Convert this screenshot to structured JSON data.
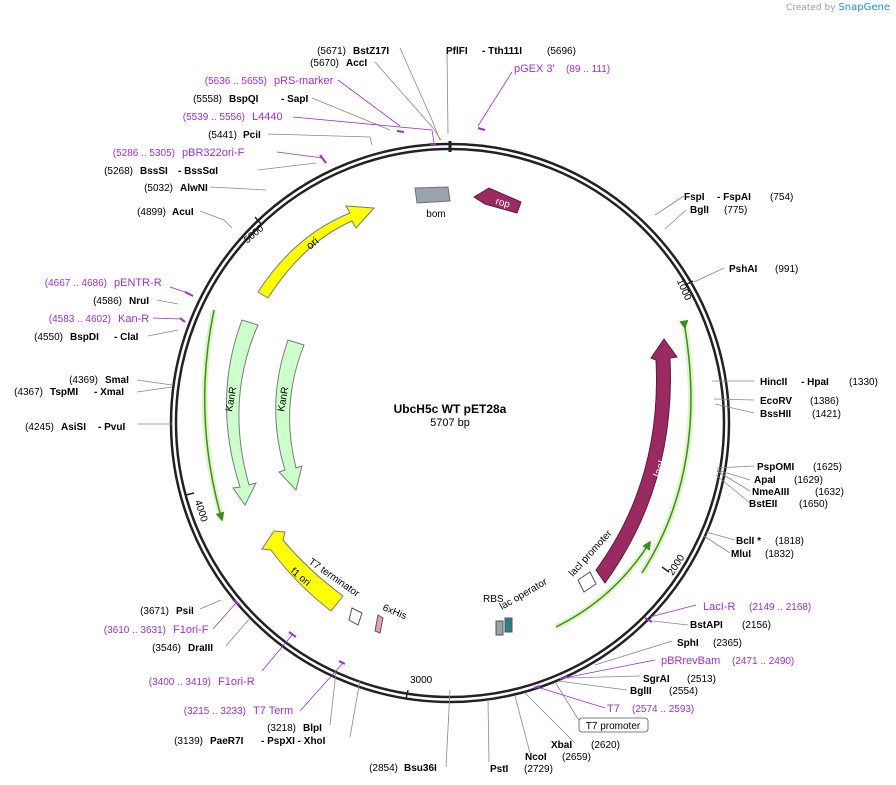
{
  "credit": {
    "prefix": "Created by",
    "brand": "SnapGene"
  },
  "plasmid": {
    "name": "UbcH5c WT pET28a",
    "size": "5707 bp"
  },
  "colors": {
    "enzyme": "#000000",
    "primer": "#9b30c8",
    "ori": "#ffff00",
    "kanr": "#ccffcc",
    "laci": "#9c2a62",
    "rop": "#9c2a62",
    "bom": "#9aa3ad",
    "primer_arrow": "#6cc34b"
  },
  "tick_labels": [
    "1000",
    "2000",
    "3000",
    "4000",
    "5000"
  ],
  "enzymes_left": [
    {
      "pos": "(5671)",
      "name": "BstZ17I"
    },
    {
      "pos": "(5670)",
      "name": "AccI"
    },
    {
      "pos": "(5558)",
      "name": "BspQI",
      "alt": "- SapI"
    },
    {
      "pos": "(5441)",
      "name": "PciI"
    },
    {
      "pos": "(5268)",
      "name": "BssSI",
      "alt": "- BssSαI"
    },
    {
      "pos": "(5032)",
      "name": "AlwNI"
    },
    {
      "pos": "(4899)",
      "name": "AcuI"
    },
    {
      "pos": "(4586)",
      "name": "NruI"
    },
    {
      "pos": "(4550)",
      "name": "BspDI",
      "alt": "- ClaI"
    },
    {
      "pos": "(4369)",
      "name": "SmaI"
    },
    {
      "pos": "(4367)",
      "name": "TspMI",
      "alt": "- XmaI"
    },
    {
      "pos": "(4245)",
      "name": "AsiSI",
      "alt": "- PvuI"
    },
    {
      "pos": "(3671)",
      "name": "PsiI"
    },
    {
      "pos": "(3546)",
      "name": "DraIII"
    },
    {
      "pos": "(3218)",
      "name": "BlpI"
    },
    {
      "pos": "(3139)",
      "name": "PaeR7I",
      "alt": "- PspXI - XhoI"
    },
    {
      "pos": "(2854)",
      "name": "Bsu36I"
    }
  ],
  "primers_left": [
    {
      "pos": "(5636 .. 5655)",
      "name": "pRS-marker"
    },
    {
      "pos": "(5539 .. 5556)",
      "name": "L4440"
    },
    {
      "pos": "(5286 .. 5305)",
      "name": "pBR322ori-F"
    },
    {
      "pos": "(4667 .. 4686)",
      "name": "pENTR-R"
    },
    {
      "pos": "(4583 .. 4602)",
      "name": "Kan-R"
    },
    {
      "pos": "(3610 .. 3631)",
      "name": "F1ori-F"
    },
    {
      "pos": "(3400 .. 3419)",
      "name": "F1ori-R"
    },
    {
      "pos": "(3215 .. 3233)",
      "name": "T7 Term"
    }
  ],
  "top_enzymes": {
    "a": "PflFI",
    "b": "- Tth111I",
    "pos": "(5696)"
  },
  "primer_pgex": {
    "name": "pGEX 3'",
    "pos": "(89 .. 111)"
  },
  "enzymes_right": [
    {
      "name": "FspI",
      "alt": "- FspAI",
      "pos": "(754)"
    },
    {
      "name": "BglI",
      "pos": "(775)"
    },
    {
      "name": "PshAI",
      "pos": "(991)"
    },
    {
      "name": "HincII",
      "alt": "- HpaI",
      "pos": "(1330)"
    },
    {
      "name": "EcoRV",
      "pos": "(1386)"
    },
    {
      "name": "BssHII",
      "pos": "(1421)"
    },
    {
      "name": "PspOMI",
      "pos": "(1625)"
    },
    {
      "name": "ApaI",
      "pos": "(1629)"
    },
    {
      "name": "NmeAIII",
      "pos": "(1632)"
    },
    {
      "name": "BstEII",
      "pos": "(1650)"
    },
    {
      "name": "BclI *",
      "pos": "(1818)"
    },
    {
      "name": "MluI",
      "pos": "(1832)"
    },
    {
      "name": "BstAPI",
      "pos": "(2156)"
    },
    {
      "name": "SphI",
      "pos": "(2365)"
    },
    {
      "name": "SgrAI",
      "pos": "(2513)"
    },
    {
      "name": "BglII",
      "pos": "(2554)"
    },
    {
      "name": "XbaI",
      "pos": "(2620)"
    },
    {
      "name": "NcoI",
      "pos": "(2659)"
    },
    {
      "name": "PstI",
      "pos": "(2729)"
    }
  ],
  "primers_right": [
    {
      "name": "LacI-R",
      "pos": "(2149 .. 2168)"
    },
    {
      "name": "pBRrevBam",
      "pos": "(2471 .. 2490)"
    },
    {
      "name": "T7",
      "pos": "(2574 .. 2593)"
    }
  ],
  "t7_promoter_box": "T7 promoter",
  "features": {
    "ori": "ori",
    "kanr1": "KanR",
    "kanr2": "KanR",
    "f1ori": "f1 ori",
    "laci": "lacI",
    "rop": "rop",
    "bom": "bom",
    "t7term": "T7 terminator",
    "his": "6xHis",
    "rbs": "RBS",
    "lacop": "lac operator",
    "lacprom": "lacI promoter"
  }
}
